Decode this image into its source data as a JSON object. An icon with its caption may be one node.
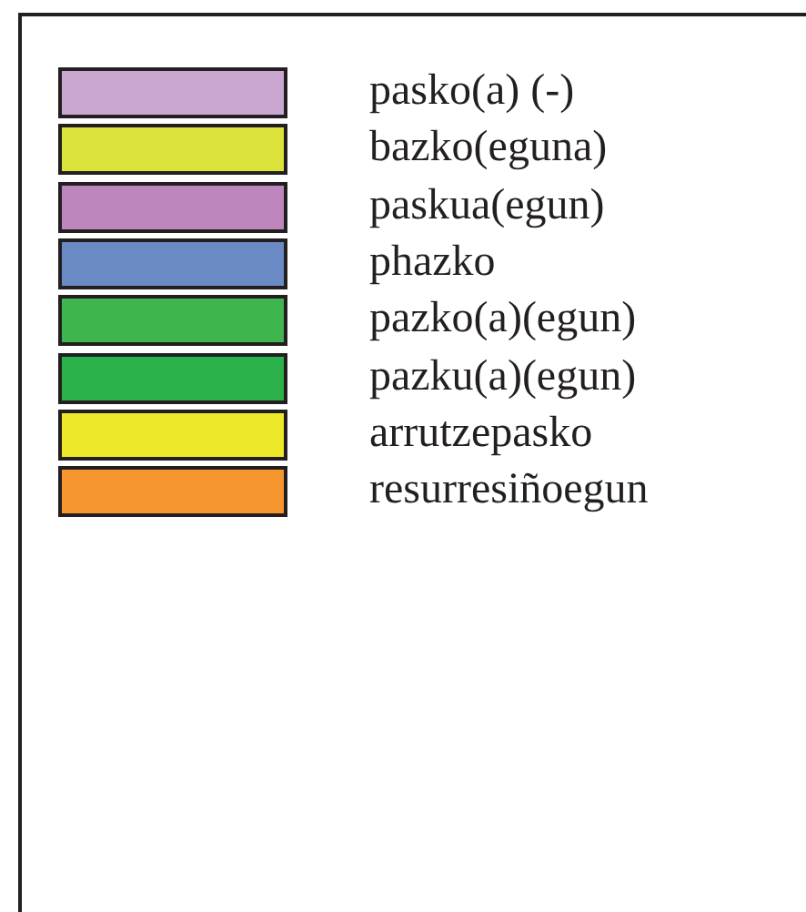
{
  "diagram": {
    "legend": [
      {
        "text": "pasko(a) (-)",
        "color": "#c9a7d0"
      },
      {
        "text": "bazko(eguna)",
        "color": "#dbe33a"
      },
      {
        "text": "paskua(egun)",
        "color": "#bd86bc"
      },
      {
        "text": "phazko",
        "color": "#6a8ac6"
      },
      {
        "text": "pazko(a)(egun)",
        "color": "#3fb54f"
      },
      {
        "text": "pazku(a)(egun)",
        "color": "#2bb24b"
      },
      {
        "text": "arrutzepasko",
        "color": "#ede828"
      },
      {
        "text": "resurresiñoegun",
        "color": "#f7962e"
      }
    ]
  }
}
